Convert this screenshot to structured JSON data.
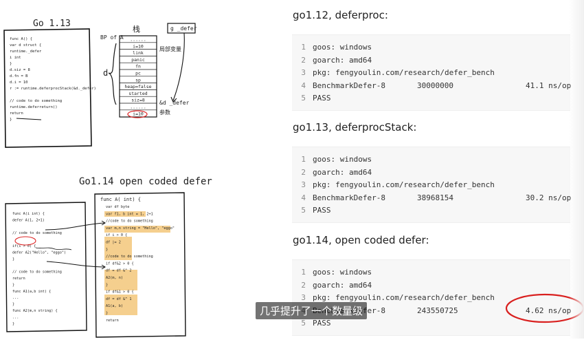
{
  "watermark": "",
  "subtitle": "几乎提升了一个数量级",
  "sections": [
    {
      "title": "go1.12, deferproc:",
      "lines": [
        {
          "n": "1",
          "text": "goos: windows"
        },
        {
          "n": "2",
          "text": "goarch: amd64"
        },
        {
          "n": "3",
          "text": "pkg: fengyoulin.com/research/defer_bench"
        },
        {
          "n": "4",
          "text": "BenchmarkDefer-8",
          "iters": "30000000",
          "ns": "41.1 ns/op"
        },
        {
          "n": "5",
          "text": "PASS"
        }
      ]
    },
    {
      "title": "go1.13, deferprocStack:",
      "lines": [
        {
          "n": "1",
          "text": "goos: windows"
        },
        {
          "n": "2",
          "text": "goarch: amd64"
        },
        {
          "n": "3",
          "text": "pkg: fengyoulin.com/research/defer_bench"
        },
        {
          "n": "4",
          "text": "BenchmarkDefer-8",
          "iters": "38968154",
          "ns": "30.2 ns/op"
        },
        {
          "n": "5",
          "text": "PASS"
        }
      ]
    },
    {
      "title": "go1.14, open coded defer:",
      "lines": [
        {
          "n": "1",
          "text": "goos: windows"
        },
        {
          "n": "2",
          "text": "goarch: amd64"
        },
        {
          "n": "3",
          "text": "pkg: fengyoulin.com/research/defer_bench"
        },
        {
          "n": "4",
          "text": "BenchmarkDefer-8",
          "iters": "243550725",
          "ns": "4.62 ns/op"
        },
        {
          "n": "5",
          "text": "PASS"
        }
      ]
    }
  ],
  "sketch": {
    "go113_title": "Go 1.13",
    "go114_title": "Go1.14 open coded defer",
    "stack_label": "栈",
    "bp_label": "BP of A",
    "g_defer": "g _defer",
    "local_vars": "局部变量",
    "d_label": "d",
    "d_defer": "&d _defer",
    "params": "参数",
    "stack_rows": [
      "......",
      "i=10",
      "link",
      "panic",
      "fn",
      "pc",
      "sp",
      "heap=false",
      "started",
      "siz=8",
      "......",
      "i=10"
    ],
    "code113": [
      "func A() {",
      "  var d struct {",
      "    runtime._defer",
      "    i int",
      "  }",
      "  d.siz = 8",
      "  d.fn = B",
      "  d.i = 10",
      "  r := runtime.deferprocStack(&d._defer)",
      "",
      "  // code to do something",
      "  runtime.deferreturn()",
      "  return",
      "}"
    ],
    "code114a": [
      "func A(i int) {",
      "  defer A(1, 2+1)",
      "",
      "  // code to do something",
      "",
      "  if(i > 0) {",
      "    defer A2(\"Hello\", \"eggo\")",
      "  }",
      "",
      "  // code to do something",
      "  return",
      "}",
      "func A1(a,b int) {",
      "  ...",
      "}",
      "func A2(m,n string) {",
      "  ...",
      "}"
    ],
    "code114b_title": "func A( int) {",
    "code114b": [
      "var df byte",
      "var f1, b int = 1, 2+1",
      "//code to do something",
      "var m,n string = \"Hello\", \"eggo\"",
      "if i > 0 {",
      "  df |= 2",
      "}",
      "//code to do something",
      "if df&2 > 0 {",
      "  df = df &^ 2",
      "  A2(m, n)",
      "}",
      "if df&1 > 0 {",
      "  df = df &^ 1",
      "  A1(a, b)",
      "}",
      "return"
    ]
  }
}
